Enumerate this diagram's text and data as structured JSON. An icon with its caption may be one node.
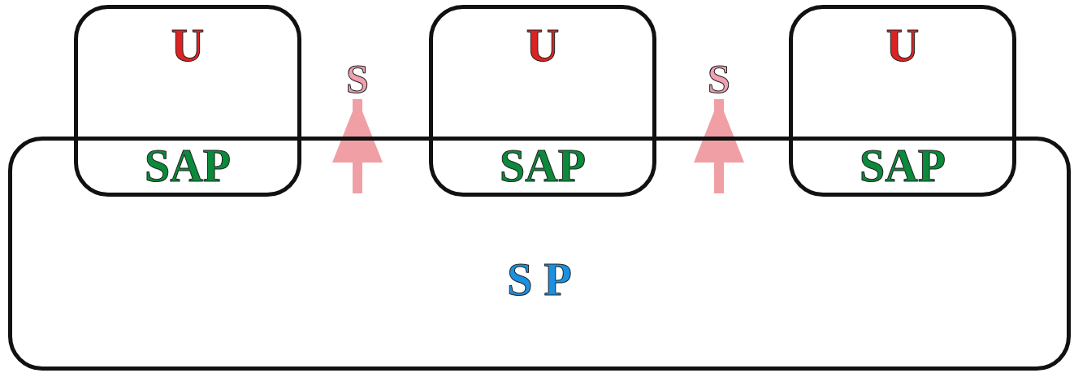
{
  "diagram": {
    "nodes": [
      {
        "text": [
          "S P"
        ]
      },
      {
        "text": [
          "U",
          "SAP"
        ]
      },
      {
        "text": [
          "U",
          "SAP"
        ]
      },
      {
        "text": [
          "U",
          "SAP"
        ]
      },
      {
        "text": [
          "S"
        ]
      },
      {
        "text": [
          "S"
        ]
      }
    ],
    "edges": [
      {
        "from": 0,
        "to": 4,
        "arrow": "to"
      },
      {
        "from": 0,
        "to": 5,
        "arrow": "to"
      }
    ]
  }
}
